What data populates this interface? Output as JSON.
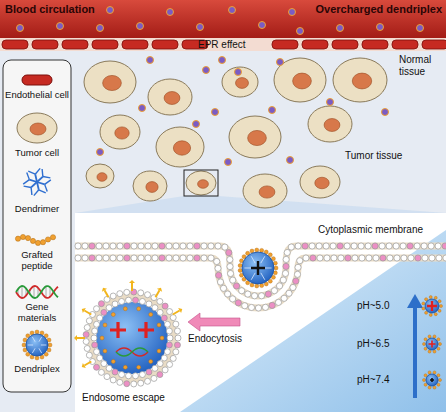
{
  "diagram": {
    "nodes": [
      {
        "text": [
          "Blood circulation",
          "Overcharged dendriplex"
        ]
      }
    ],
    "labels": [
      "EPR effect",
      "Normal tissue",
      "Tumor tissue",
      "Cytoplasmic membrane",
      "Endocytosis",
      "Endosome escape",
      "pH~5.0",
      "pH~6.5",
      "pH~7.4"
    ],
    "legend": [
      {
        "text": "Endothelial cell"
      },
      {
        "text": "Tumor cell"
      },
      {
        "text": "Dendrimer"
      },
      {
        "text": "Grafted peptide"
      },
      {
        "text": "Gene materials"
      },
      {
        "text": "Dendriplex"
      }
    ]
  }
}
